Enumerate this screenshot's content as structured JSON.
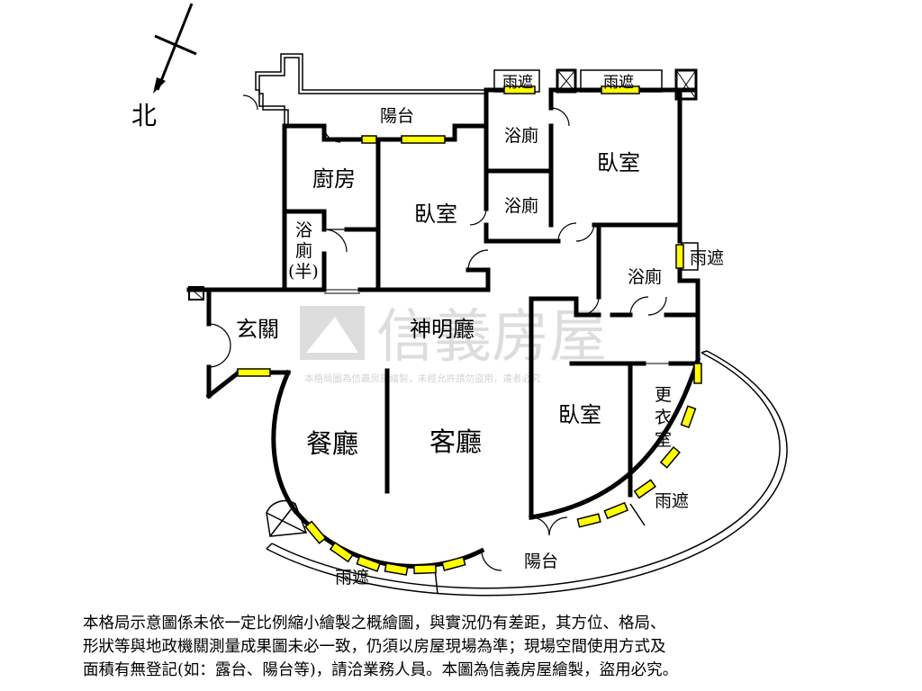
{
  "compass": {
    "label": "北"
  },
  "rooms": {
    "balcony_top": "陽台",
    "kitchen": "廚房",
    "bath_half_1": "浴",
    "bath_half_2": "廁",
    "bath_half_3": "(半)",
    "bedroom_mid": "臥室",
    "bath_top": "浴廁",
    "bath_mid": "浴廁",
    "bedroom_master": "臥室",
    "bath_right": "浴廁",
    "entrance": "玄關",
    "prayer_hall": "神明廳",
    "dining": "餐廳",
    "living": "客廳",
    "bedroom_bottom": "臥室",
    "closet_1": "更",
    "closet_2": "衣",
    "closet_3": "室",
    "balcony_bottom": "陽台"
  },
  "canopies": {
    "top_left": "雨遮",
    "top_right": "雨遮",
    "right": "雨遮",
    "bottom_right": "雨遮",
    "bottom_left": "雨遮"
  },
  "watermark": {
    "brand": "信義房屋",
    "notice": "本格局圖為信義房屋繪製，未經允許請勿盜用，違者必究"
  },
  "disclaimer": [
    "本格局示意圖係未依一定比例縮小繪製之概繪圖，與實況仍有差距，其方位、格局、",
    "形狀等與地政機關測量成果圖未必一致，仍須以房屋現場為準；現場空間使用方式及",
    "面積有無登記(如：露台、陽台等)，請洽業務人員。本圖為信義房屋繪製，盜用必究。"
  ]
}
